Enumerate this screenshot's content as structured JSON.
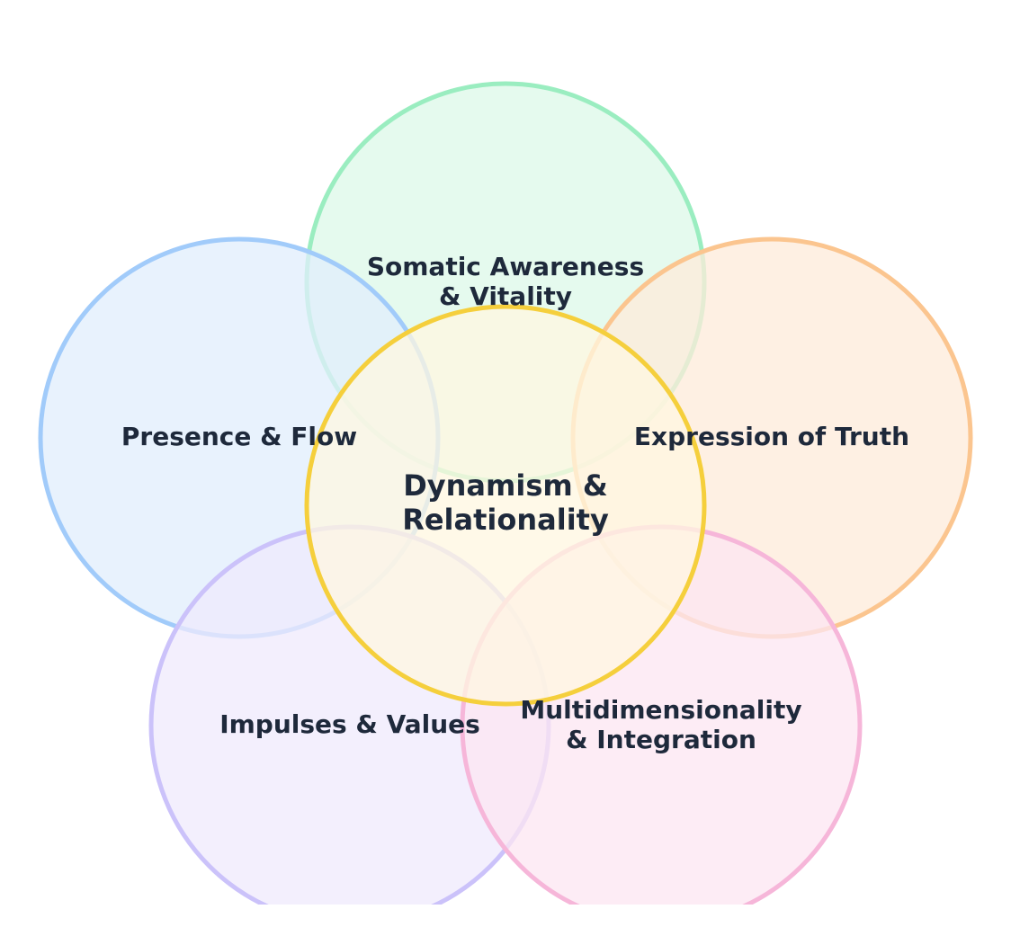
{
  "diagram": {
    "type": "overlapping-circles",
    "text_color": "#1e293b",
    "center": {
      "id": "dynamism",
      "label_lines": [
        "Dynamism &",
        "Relationality"
      ],
      "stroke": "#f5cf3c",
      "fill": "#fff7e0"
    },
    "circles": [
      {
        "id": "somatic",
        "label_lines": [
          "Somatic Awareness",
          "& Vitality"
        ],
        "stroke": "#9aedc0",
        "fill": "#dcf8e8"
      },
      {
        "id": "presence",
        "label_lines": [
          "Presence & Flow"
        ],
        "stroke": "#a1cbfa",
        "fill": "#e0eefc"
      },
      {
        "id": "expression",
        "label_lines": [
          "Expression of Truth"
        ],
        "stroke": "#fbc58f",
        "fill": "#fdebda"
      },
      {
        "id": "impulses",
        "label_lines": [
          "Impulses & Values"
        ],
        "stroke": "#cbc2fa",
        "fill": "#efe9fc"
      },
      {
        "id": "multidimensionality",
        "label_lines": [
          "Multidimensionality",
          "& Integration"
        ],
        "stroke": "#f6b6d9",
        "fill": "#fce6f2"
      }
    ]
  }
}
